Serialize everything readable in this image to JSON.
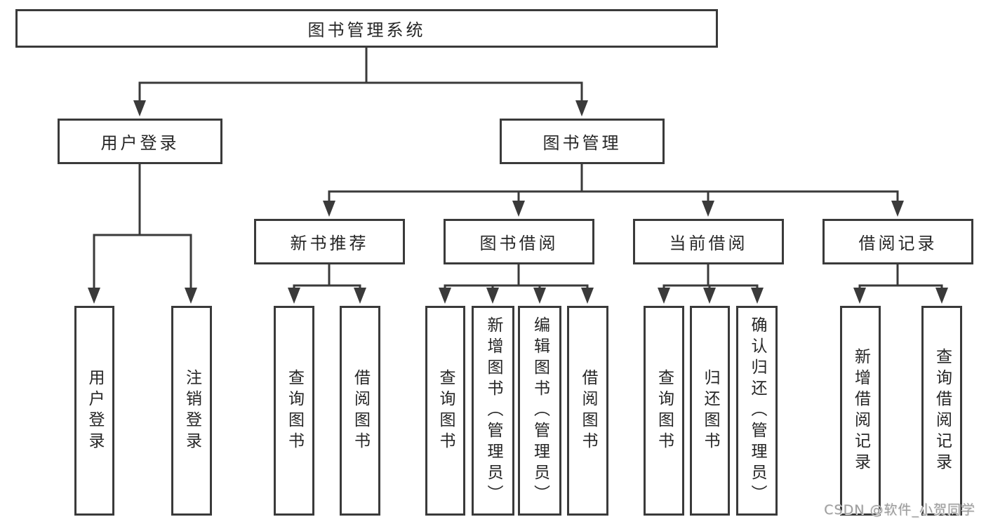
{
  "colors": {
    "line": "#3a3a3a",
    "text": "#262626",
    "box_bg": "#ffffff",
    "page_bg": "#ffffff",
    "watermark": "#9c9c9c"
  },
  "watermark": {
    "text": "CSDN @软件_小贺同学"
  },
  "tree": {
    "root": {
      "label": "图书管理系统"
    },
    "branches": [
      {
        "label": "用户登录",
        "children": [
          {
            "label": "用户登录"
          },
          {
            "label": "注销登录"
          }
        ]
      },
      {
        "label": "图书管理",
        "children": [
          {
            "label": "新书推荐",
            "children": [
              {
                "label": "查询图书"
              },
              {
                "label": "借阅图书"
              }
            ]
          },
          {
            "label": "图书借阅",
            "children": [
              {
                "label": "查询图书"
              },
              {
                "label": "新增图书（管理员）"
              },
              {
                "label": "编辑图书（管理员）"
              },
              {
                "label": "借阅图书"
              }
            ]
          },
          {
            "label": "当前借阅",
            "children": [
              {
                "label": "查询图书"
              },
              {
                "label": "归还图书"
              },
              {
                "label": "确认归还（管理员）"
              }
            ]
          },
          {
            "label": "借阅记录",
            "children": [
              {
                "label": "新增借阅记录"
              },
              {
                "label": "查询借阅记录"
              }
            ]
          }
        ]
      }
    ]
  }
}
